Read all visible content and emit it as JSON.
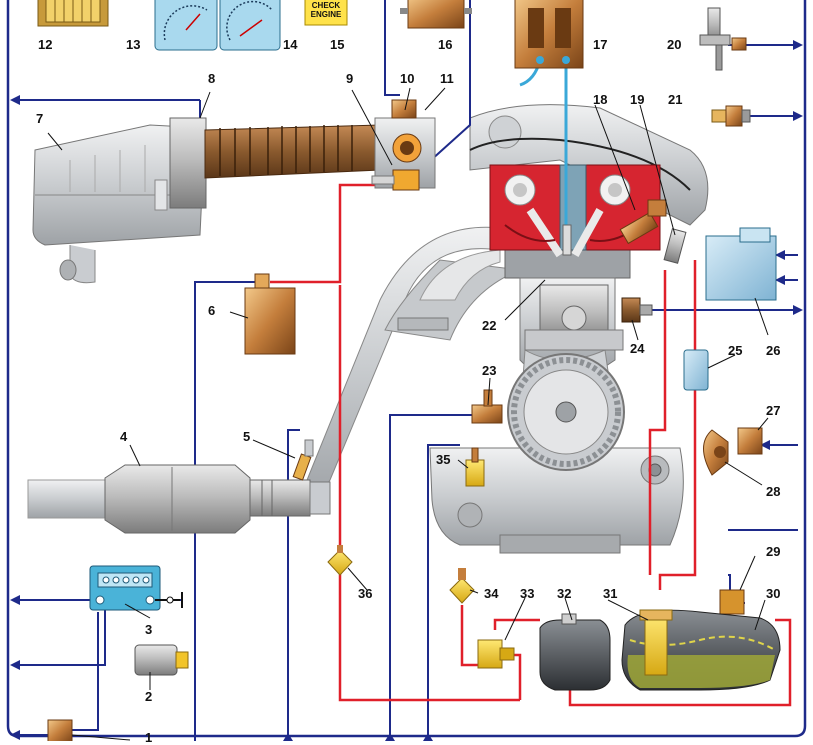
{
  "labels": {
    "n1": "1",
    "n2": "2",
    "n3": "3",
    "n4": "4",
    "n5": "5",
    "n6": "6",
    "n7": "7",
    "n8": "8",
    "n9": "9",
    "n10": "10",
    "n11": "11",
    "n12": "12",
    "n13": "13",
    "n14": "14",
    "n15": "15",
    "n16": "16",
    "n17": "17",
    "n18": "18",
    "n19": "19",
    "n20": "20",
    "n21": "21",
    "n22": "22",
    "n23": "23",
    "n24": "24",
    "n25": "25",
    "n26": "26",
    "n27": "27",
    "n28": "28",
    "n29": "29",
    "n30": "30",
    "n31": "31",
    "n32": "32",
    "n33": "33",
    "n34": "34",
    "n35": "35",
    "n36": "36"
  },
  "indicator": {
    "line1": "CHECK",
    "line2": "ENGINE"
  },
  "colors": {
    "signal_line": "#1e2a8a",
    "fuel_line": "#e0202a",
    "vacuum_line": "#3aa8d8",
    "engine_body": "#d8dadc",
    "background": "#ffffff"
  }
}
